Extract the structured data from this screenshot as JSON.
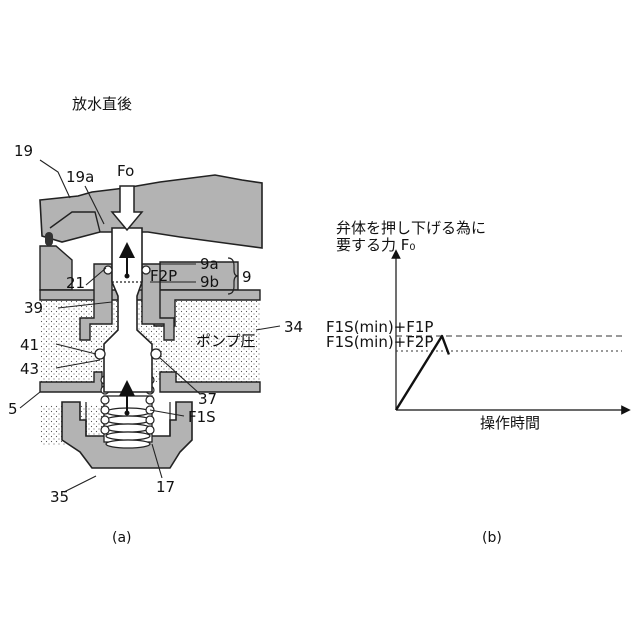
{
  "figure_a": {
    "title": "放水直後",
    "labels": {
      "n19": "19",
      "n19a": "19a",
      "f0": "Fo",
      "n9a": "9a",
      "n9b": "9b",
      "n9": "9",
      "n21": "21",
      "f2p": "F2P",
      "n39": "39",
      "n34": "34",
      "pump_pressure": "ポンプ圧",
      "n41": "41",
      "n43": "43",
      "n37": "37",
      "n5": "5",
      "f1s": "F1S",
      "n35": "35",
      "n17": "17"
    },
    "caption": "(a)"
  },
  "figure_b": {
    "ylabel_line1": "弁体を押し下げる為に",
    "ylabel_line2": "要する力 F₀",
    "level_high": "F1S(min)+F1P",
    "level_low": "F1S(min)+F2P",
    "xlabel": "操作時間",
    "caption": "(b)"
  },
  "chart_data": {
    "type": "line",
    "xlabel": "操作時間",
    "ylabel": "弁体を押し下げる為に 要する力 F₀",
    "reference_lines": [
      {
        "name": "F1S(min)+F1P",
        "style": "dashed",
        "level": 2
      },
      {
        "name": "F1S(min)+F2P",
        "style": "dotted",
        "level": 1
      }
    ],
    "series": [
      {
        "x": [
          0,
          1,
          1.15
        ],
        "y": [
          0,
          2,
          1.5
        ]
      }
    ]
  }
}
